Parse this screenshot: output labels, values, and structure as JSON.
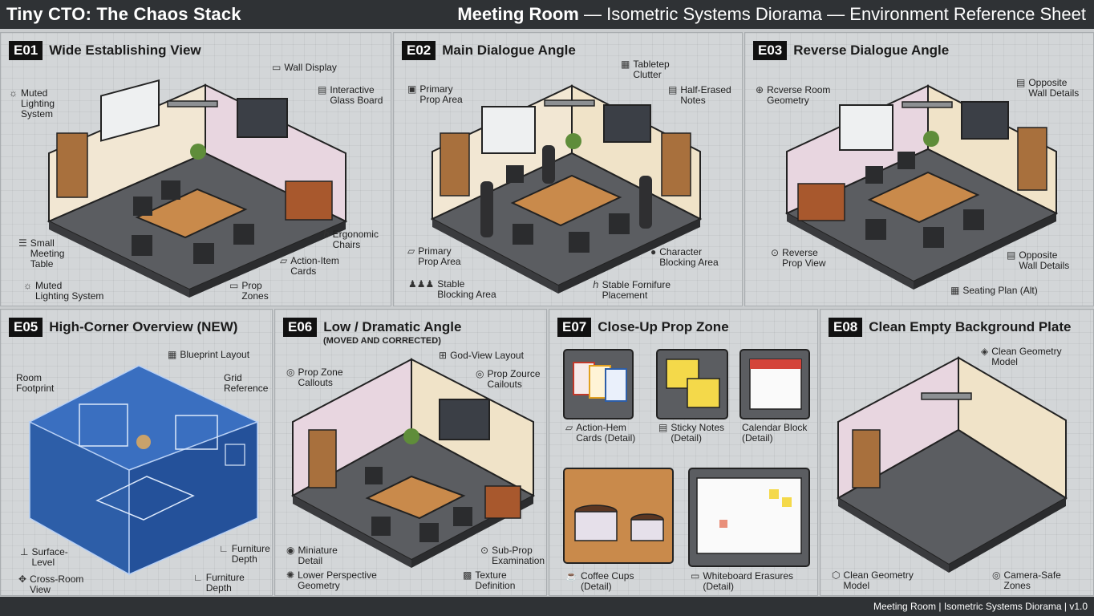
{
  "header": {
    "brand": "Tiny CTO: The Chaos Stack",
    "title_bold": "Meeting Room",
    "title_rest": " — Isometric Systems Diorama — Environment Reference Sheet"
  },
  "footer": {
    "text": "Meeting Room | Isometric Systems Diorama | v1.0"
  },
  "colors": {
    "bar": "#2f3235",
    "panel": "#d3d6d8",
    "wall_left": "#f2e7d3",
    "wall_right": "#e8d6e0",
    "floor": "#5b5d61",
    "table": "#c98a4b",
    "blueprint": "#2d5ea8"
  },
  "panels": {
    "e01": {
      "tag": "E01",
      "title": "Wide Establishing View",
      "labels": [
        {
          "icon": "monitor-icon",
          "glyph": "▭",
          "text": "Wall Display"
        },
        {
          "icon": "bulb-icon",
          "glyph": "☼",
          "text": "Muted\nLighting\nSystem"
        },
        {
          "icon": "glass-board-icon",
          "glyph": "▤",
          "text": "Interactive\nGlass Board"
        },
        {
          "icon": "table-icon",
          "glyph": "☰",
          "text": "Small\nMeeting\nTable"
        },
        {
          "icon": "chair-icon",
          "glyph": "ℎ",
          "text": "Ergonomic\nChairs"
        },
        {
          "icon": "card-icon",
          "glyph": "▱",
          "text": "Action-Item\nCards"
        },
        {
          "icon": "bulb-icon",
          "glyph": "☼",
          "text": "Muted\nLighting System"
        },
        {
          "icon": "box-icon",
          "glyph": "▭",
          "text": "Prop\nZones"
        }
      ]
    },
    "e02": {
      "tag": "E02",
      "title": "Main Dialogue Angle",
      "labels": [
        {
          "icon": "clutter-icon",
          "glyph": "▦",
          "text": "Tabletep\nClutter"
        },
        {
          "icon": "prop-area-icon",
          "glyph": "▣",
          "text": "Primary\nProp Area"
        },
        {
          "icon": "notes-icon",
          "glyph": "▤",
          "text": "Half-Erased\nNotes"
        },
        {
          "icon": "prop-area-icon",
          "glyph": "▱",
          "text": "Primary\nProp Area"
        },
        {
          "icon": "person-icon",
          "glyph": "●",
          "text": "Character\nBlocking Area"
        },
        {
          "icon": "people-icon",
          "glyph": "♟♟♟",
          "text": "Stable\nBlocking Area"
        },
        {
          "icon": "furniture-icon",
          "glyph": "ℎ",
          "text": "Stable Fornifure\nPlacement"
        }
      ]
    },
    "e03": {
      "tag": "E03",
      "title": "Reverse Dialogue Angle",
      "labels": [
        {
          "icon": "globe-icon",
          "glyph": "⊕",
          "text": "Rcverse Room\nGeometry"
        },
        {
          "icon": "wall-details-icon",
          "glyph": "▤",
          "text": "Opposite\nWall Details"
        },
        {
          "icon": "magnifier-icon",
          "glyph": "⊙",
          "text": "Reverse\nProp View"
        },
        {
          "icon": "wall-details-icon",
          "glyph": "▤",
          "text": "Opposite\nWall Details"
        },
        {
          "icon": "seating-icon",
          "glyph": "▦",
          "text": "Seating Plan (Alt)"
        }
      ]
    },
    "e05": {
      "tag": "E05",
      "title": "High-Corner Overview (NEW)",
      "labels": [
        {
          "icon": "blueprint-icon",
          "glyph": "▦",
          "text": "Blueprint Layout"
        },
        {
          "icon": "",
          "glyph": "",
          "text": "Room\nFootprint"
        },
        {
          "icon": "",
          "glyph": "",
          "text": "Grid\nReference"
        },
        {
          "icon": "level-icon",
          "glyph": "⊥",
          "text": "Surface-\nLevel"
        },
        {
          "icon": "depth-icon",
          "glyph": "∟",
          "text": "Furniture\nDepth"
        },
        {
          "icon": "move-icon",
          "glyph": "✥",
          "text": "Cross-Room\nView"
        },
        {
          "icon": "depth-icon",
          "glyph": "∟",
          "text": "Furniture\nDepth"
        }
      ]
    },
    "e06": {
      "tag": "E06",
      "title": "Low / Dramatic Angle",
      "subtitle": "(MOVED AND CORRECTED)",
      "labels": [
        {
          "icon": "grid-icon",
          "glyph": "⊞",
          "text": "God-View Layout"
        },
        {
          "icon": "target-icon",
          "glyph": "◎",
          "text": "Prop Zone\nCallouts"
        },
        {
          "icon": "target-icon",
          "glyph": "◎",
          "text": "Prop Zource\nCailouts"
        },
        {
          "icon": "eye-icon",
          "glyph": "◉",
          "text": "Miniature\nDetail"
        },
        {
          "icon": "magnifier-icon",
          "glyph": "⊙",
          "text": "Sub-Prop\nExamination"
        },
        {
          "icon": "perspective-icon",
          "glyph": "✺",
          "text": "Lower Perspective\nGeometry"
        },
        {
          "icon": "texture-icon",
          "glyph": "▩",
          "text": "Texture\nDefinition"
        }
      ]
    },
    "e07": {
      "tag": "E07",
      "title": "Close-Up Prop Zone",
      "labels": [
        {
          "icon": "card-icon",
          "glyph": "▱",
          "text": "Action-Hem\nCards (Detail)"
        },
        {
          "icon": "note-icon",
          "glyph": "▤",
          "text": "Sticky Notes\n(Detail)"
        },
        {
          "icon": "",
          "glyph": "",
          "text": "Calendar Block\n(Detail)"
        },
        {
          "icon": "cup-icon",
          "glyph": "☕",
          "text": "Coffee Cups\n(Detail)"
        },
        {
          "icon": "board-icon",
          "glyph": "▭",
          "text": "Whiteboard Erasures\n(Detail)"
        }
      ]
    },
    "e08": {
      "tag": "E08",
      "title": "Clean Empty Background Plate",
      "labels": [
        {
          "icon": "geometry-icon",
          "glyph": "◈",
          "text": "Clean Geometry\nModel"
        },
        {
          "icon": "cube-icon",
          "glyph": "⬡",
          "text": "Clean Geometry\nModel"
        },
        {
          "icon": "camera-icon",
          "glyph": "◎",
          "text": "Camera-Safe\nZones"
        }
      ]
    }
  }
}
